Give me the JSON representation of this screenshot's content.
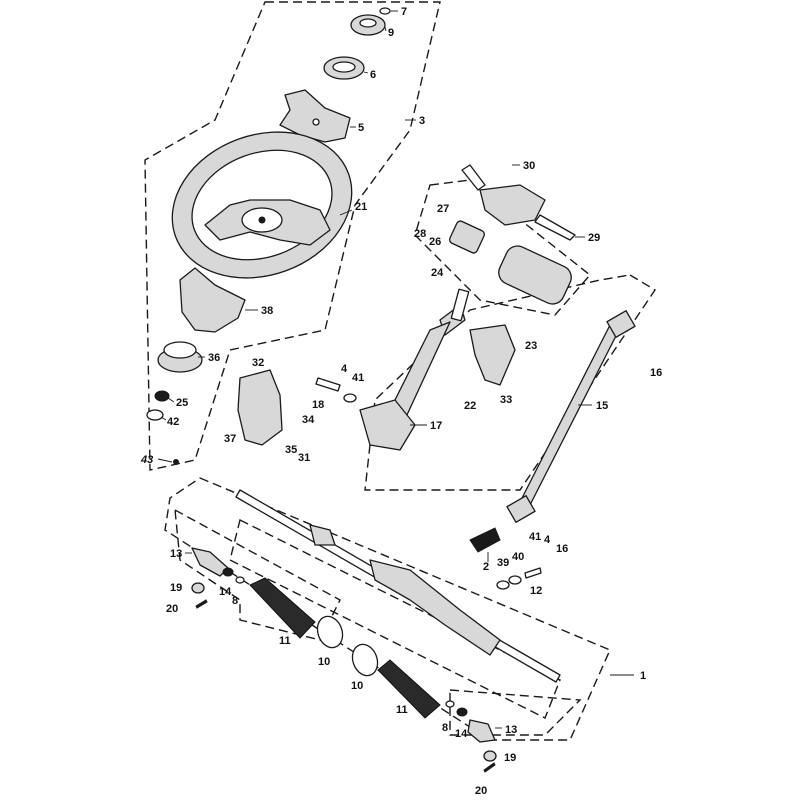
{
  "diagram": {
    "title": "",
    "callouts": [
      "7",
      "9",
      "6",
      "5",
      "3",
      "21",
      "30",
      "27",
      "28",
      "26",
      "29",
      "24",
      "38",
      "32",
      "4",
      "41",
      "36",
      "18",
      "23",
      "22",
      "33",
      "25",
      "42",
      "37",
      "34",
      "35",
      "31",
      "17",
      "15",
      "43",
      "16",
      "13",
      "19",
      "20",
      "14",
      "8",
      "11",
      "10",
      "2",
      "39",
      "40",
      "12",
      "1",
      "41",
      "4",
      "16",
      "10",
      "11",
      "8",
      "14",
      "13",
      "19",
      "20"
    ],
    "colors": {
      "line": "#1a1a1a",
      "boot": "#2a2a2a",
      "background": "#ffffff"
    }
  }
}
